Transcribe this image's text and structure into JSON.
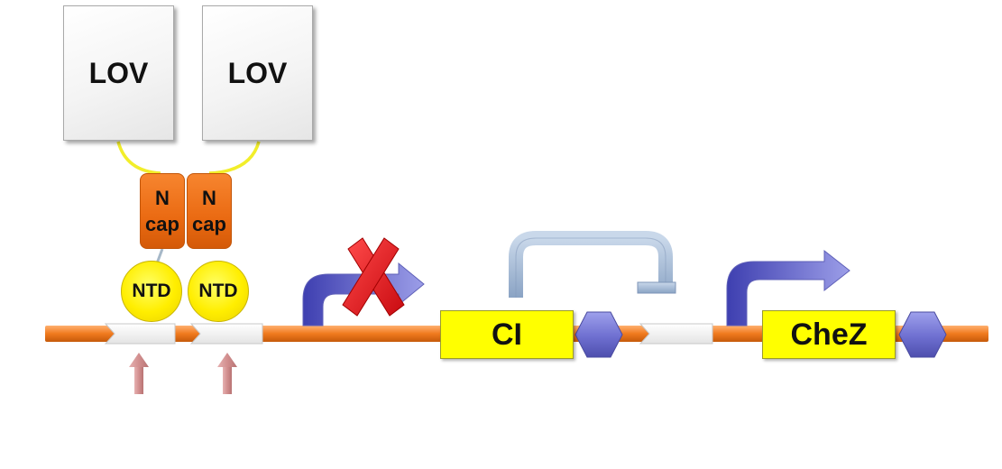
{
  "lov_domains": [
    {
      "label": "LOV"
    },
    {
      "label": "LOV"
    }
  ],
  "ncap_domains": [
    {
      "line1": "N",
      "line2": "cap"
    },
    {
      "line1": "N",
      "line2": "cap"
    }
  ],
  "ntd_domains": [
    {
      "label": "NTD"
    },
    {
      "label": "NTD"
    }
  ],
  "genes": {
    "cI": "CI",
    "cheZ": "CheZ"
  },
  "colors": {
    "dna_strand": "#f07a1e",
    "lov_box": "#f4f4f4",
    "linker": "#f2ee2a",
    "ncap": "#ea6a12",
    "ntd": "#ffee00",
    "gene_box": "#ffff00",
    "terminator": "#6e6fd0",
    "promoter_arrow": "#5556c4",
    "repression_arc": "#9fb7d6",
    "block_x": "#e0141a",
    "binding_site_arrow": "#d28f8f"
  },
  "icons": {
    "blocked_promoter": "red-x-icon",
    "terminator": "hexagon-icon"
  }
}
